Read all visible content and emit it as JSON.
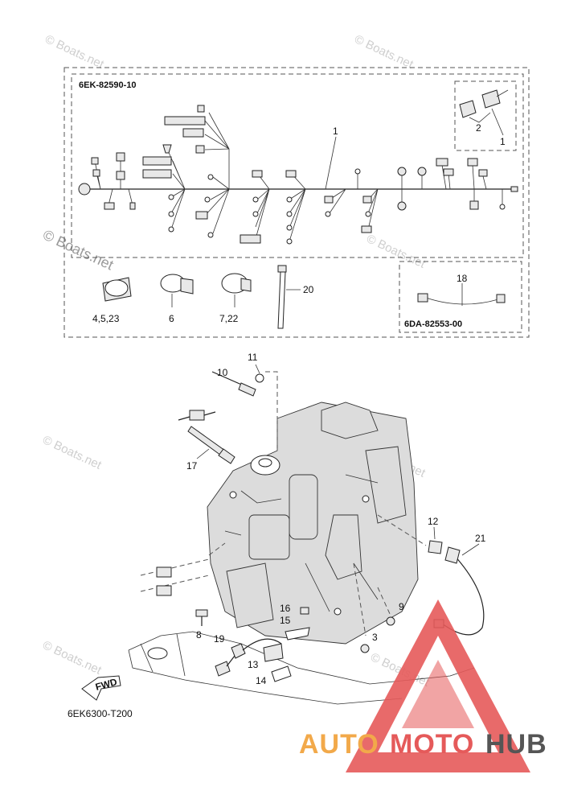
{
  "diagram": {
    "code_top": "6EK-82590-10",
    "code_bottom_right": "6DA-82553-00",
    "code_footer": "6EK6300-T200",
    "fwd_label": "FWD",
    "watermarks": [
      "© Boats.net",
      "© Boats.net",
      "© Boats.net",
      "© Boats.net",
      "© Boats.net",
      "© Boats.net",
      "© Boats.net",
      "© Boats.net"
    ],
    "brand": {
      "auto": "AUTO",
      "moto": "MOTO",
      "hub": "HUB"
    },
    "callouts": {
      "c1": "1",
      "c1b": "1",
      "c2": "2",
      "c3": "3",
      "c6": "6",
      "c8": "8",
      "c9": "9",
      "c10": "10",
      "c11": "11",
      "c12": "12",
      "c13": "13",
      "c14": "14",
      "c15": "15",
      "c16": "16",
      "c17": "17",
      "c18": "18",
      "c19": "19",
      "c20": "20",
      "c21": "21",
      "c4523": "4,5,23",
      "c722": "7,22"
    },
    "colors": {
      "line": "#222222",
      "brand_auto": "#f2a94a",
      "brand_moto": "#e55a5a",
      "brand_hub": "#555555",
      "triangle": "#e55a5a"
    }
  }
}
